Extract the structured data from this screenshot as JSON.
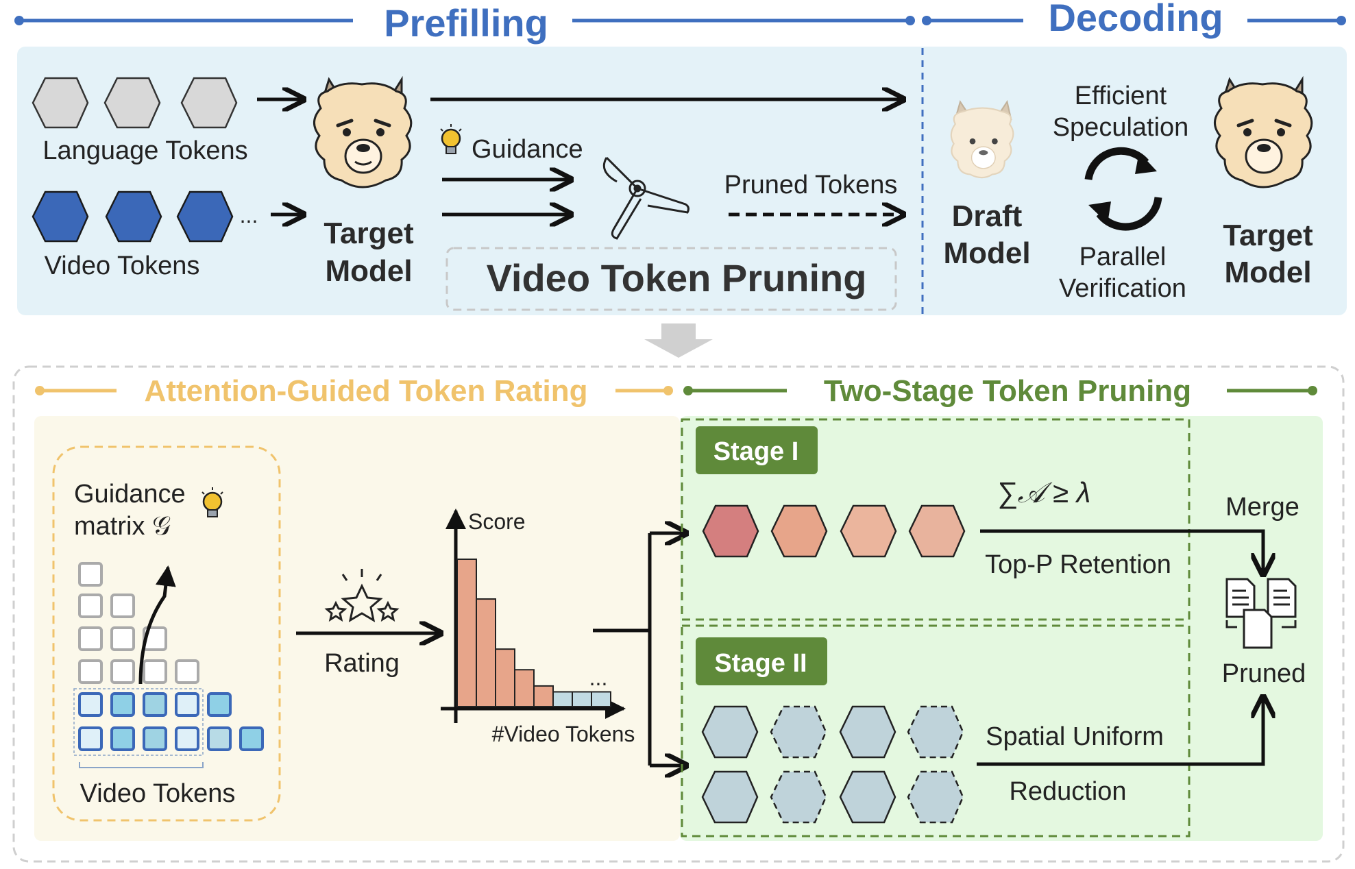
{
  "top": {
    "prefilling_label": "Prefilling",
    "decoding_label": "Decoding",
    "language_tokens_label": "Language Tokens",
    "video_tokens_label": "Video Tokens",
    "target_model_label_1": "Target",
    "target_model_label_2": "Model",
    "guidance_label": "Guidance",
    "pruned_tokens_label": "Pruned Tokens",
    "video_token_pruning_label": "Video Token Pruning",
    "draft_model_label_1": "Draft",
    "draft_model_label_2": "Model",
    "efficient_label_1": "Efficient",
    "efficient_label_2": "Speculation",
    "parallel_label_1": "Parallel",
    "parallel_label_2": "Verification",
    "decode_target_label_1": "Target",
    "decode_target_label_2": "Model",
    "ellipsis": "..."
  },
  "bottom": {
    "rating_section_title": "Attention-Guided Token Rating",
    "pruning_section_title": "Two-Stage Token Pruning",
    "guidance_matrix_label_1": "Guidance",
    "guidance_matrix_label_2": "matrix 𝒢",
    "video_tokens_label": "Video Tokens",
    "rating_label": "Rating",
    "score_axis_label": "Score",
    "video_tokens_axis_label": "#Video Tokens",
    "ellipsis": "...",
    "stage1_label": "Stage I",
    "stage2_label": "Stage II",
    "formula_label": "∑𝒜 ≥ λ",
    "top_p_label": "Top-P Retention",
    "merge_label": "Merge",
    "pruned_label": "Pruned",
    "spatial_label_1": "Spatial Uniform",
    "spatial_label_2": "Reduction"
  },
  "chart_data": {
    "type": "bar",
    "xlabel": "#Video Tokens",
    "ylabel": "Score",
    "values": [
      10,
      7.3,
      3.9,
      2.5,
      1.4,
      1,
      1,
      1
    ]
  },
  "colors": {
    "blue_accent": "#3f6fbf",
    "orange_accent": "#f0c36c",
    "green_accent": "#5f8a3a",
    "top_panel_bg": "#e4f2f8",
    "rating_panel_bg": "#fbf8ea",
    "pruning_panel_bg": "#e4f8e0",
    "language_token": "#d8d8d8",
    "video_token": "#3b68b8",
    "stage1_tokens": [
      "#d47f7f",
      "#e7a58a",
      "#ebb59d",
      "#e8b39d"
    ],
    "stage2_token": "#bfd3da",
    "bar_fill": "#e7a58a",
    "bar_small_fill": "#c2dbe3"
  },
  "icons": [
    "lightbulb-icon",
    "scissors-icon",
    "llama-icon",
    "cycle-arrows-icon",
    "stars-icon",
    "documents-icon"
  ]
}
